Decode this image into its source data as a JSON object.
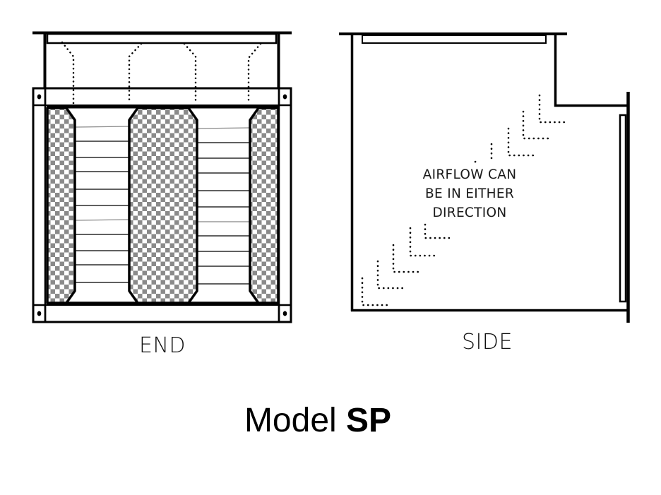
{
  "diagram": {
    "title": {
      "prefix": "Model",
      "code": "SP"
    },
    "views": {
      "end": {
        "label": "END",
        "filters": 3,
        "slat_panels": 2,
        "slats_per_panel": 11
      },
      "side": {
        "label": "SIDE",
        "note_lines": [
          "AIRFLOW CAN",
          "BE IN EITHER",
          "DIRECTION"
        ]
      }
    },
    "colors": {
      "line": "#000000",
      "filter_check": "#8a8a8a",
      "background": "#ffffff"
    }
  }
}
